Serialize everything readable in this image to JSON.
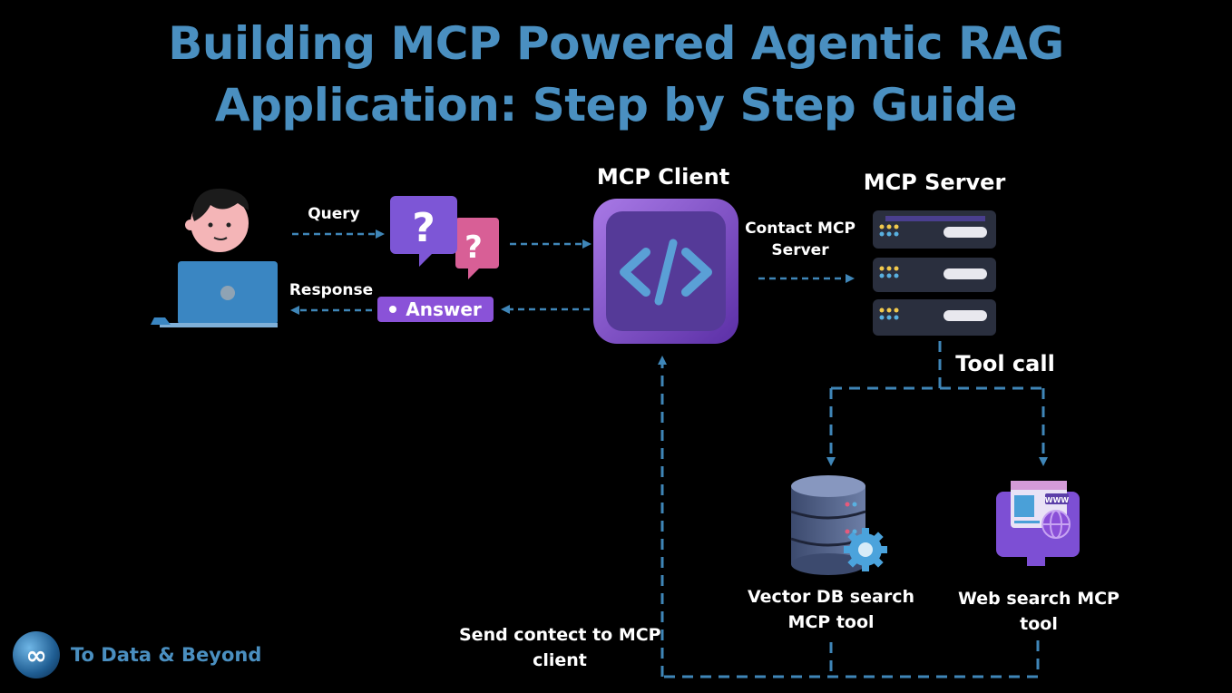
{
  "title": {
    "line1": "Building MCP Powered Agentic RAG",
    "line2": "Application: Step by Step Guide"
  },
  "nodes": {
    "client": "MCP Client",
    "server": "MCP Server",
    "vector_db": {
      "line1": "Vector DB search",
      "line2": "MCP tool"
    },
    "web_search": {
      "line1": "Web search  MCP",
      "line2": "tool"
    }
  },
  "edges": {
    "query": "Query",
    "response": "Response",
    "answer": "Answer",
    "contact": {
      "line1": "Contact MCP",
      "line2": "Server"
    },
    "tool_call": "Tool call",
    "send_context": {
      "line1": "Send contect to MCP",
      "line2": "client"
    }
  },
  "brand": {
    "name": "To Data & Beyond",
    "logo_symbol": "∞"
  },
  "colors": {
    "title": "#4a8fc0",
    "arrow": "#3f86b8",
    "client_purple": "#7a47c9",
    "answer_badge": "#8a52d8"
  },
  "icons": [
    "user-icon",
    "laptop-icon",
    "question-bubbles-icon",
    "code-icon",
    "server-rack-icon",
    "database-icon",
    "gear-icon",
    "web-browser-icon",
    "globe-icon",
    "infinity-logo-icon"
  ]
}
